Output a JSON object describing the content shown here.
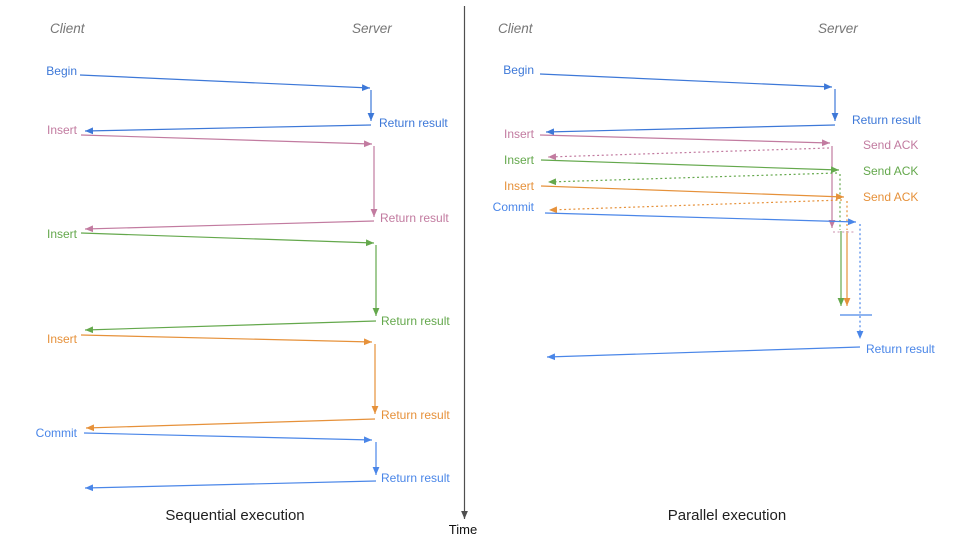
{
  "palette": {
    "blue": "#3d78d8",
    "blue2": "#4a86e8",
    "pink": "#c27ba0",
    "pinkfaded": "#d5a6bd",
    "green": "#64a84c",
    "orange": "#e6913a",
    "header": "#767676",
    "axis": "#4f4f4f",
    "title": "#1f1f1f"
  },
  "time_axis": {
    "label": "Time"
  },
  "sequential": {
    "title": "Sequential execution",
    "client_header": "Client",
    "server_header": "Server",
    "rows": {
      "begin": {
        "label": "Begin",
        "result": "Return result"
      },
      "insert1": {
        "label": "Insert",
        "result": "Return result"
      },
      "insert2": {
        "label": "Insert",
        "result": "Return result"
      },
      "insert3": {
        "label": "Insert",
        "result": "Return result"
      },
      "commit": {
        "label": "Commit",
        "result": "Return result"
      }
    }
  },
  "parallel": {
    "title": "Parallel execution",
    "client_header": "Client",
    "server_header": "Server",
    "rows": {
      "begin": {
        "label": "Begin",
        "result": "Return result"
      },
      "insert1": {
        "label": "Insert",
        "ack": "Send ACK"
      },
      "insert2": {
        "label": "Insert",
        "ack": "Send ACK"
      },
      "insert3": {
        "label": "Insert",
        "ack": "Send ACK"
      },
      "commit": {
        "label": "Commit",
        "result": "Return result"
      }
    }
  }
}
